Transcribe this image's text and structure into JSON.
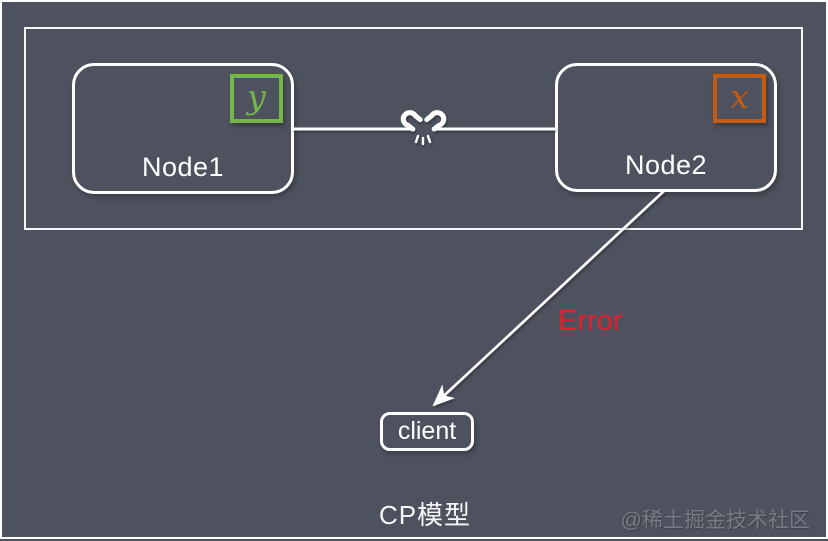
{
  "colors": {
    "background": "#4d525e",
    "stroke": "#ffffff",
    "green": "#74b647",
    "orange": "#c55a11",
    "error_red": "#e61e28",
    "watermark_gray": "#7d828c"
  },
  "diagram": {
    "title": "CP模型",
    "watermark": "@稀土掘金技术社区",
    "node1": {
      "label": "Node1",
      "value": "y",
      "value_color": "#74b647"
    },
    "node2": {
      "label": "Node2",
      "value": "x",
      "value_color": "#c55a11"
    },
    "link": {
      "icon": "broken-chain-icon",
      "state": "disconnected"
    },
    "error": {
      "label": "Error",
      "color": "#e61e28"
    },
    "client": {
      "label": "client"
    }
  }
}
